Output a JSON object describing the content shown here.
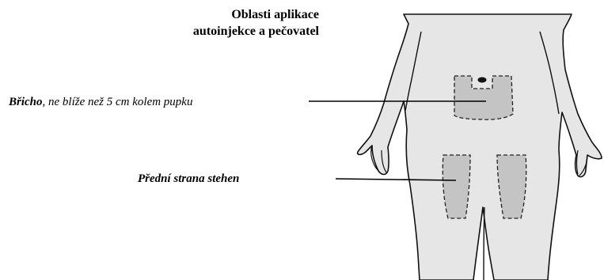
{
  "title": {
    "line1": "Oblasti aplikace",
    "line2": "autoinjekce a pečovatel"
  },
  "labels": {
    "belly_bold": "Břicho",
    "belly_rest": ", ne blíže než 5 cm kolem pupku",
    "thighs": "Přední strana stehen"
  },
  "colors": {
    "body_fill": "#e6e6e6",
    "zone_fill": "#c4c4c4",
    "outline": "#111111"
  }
}
